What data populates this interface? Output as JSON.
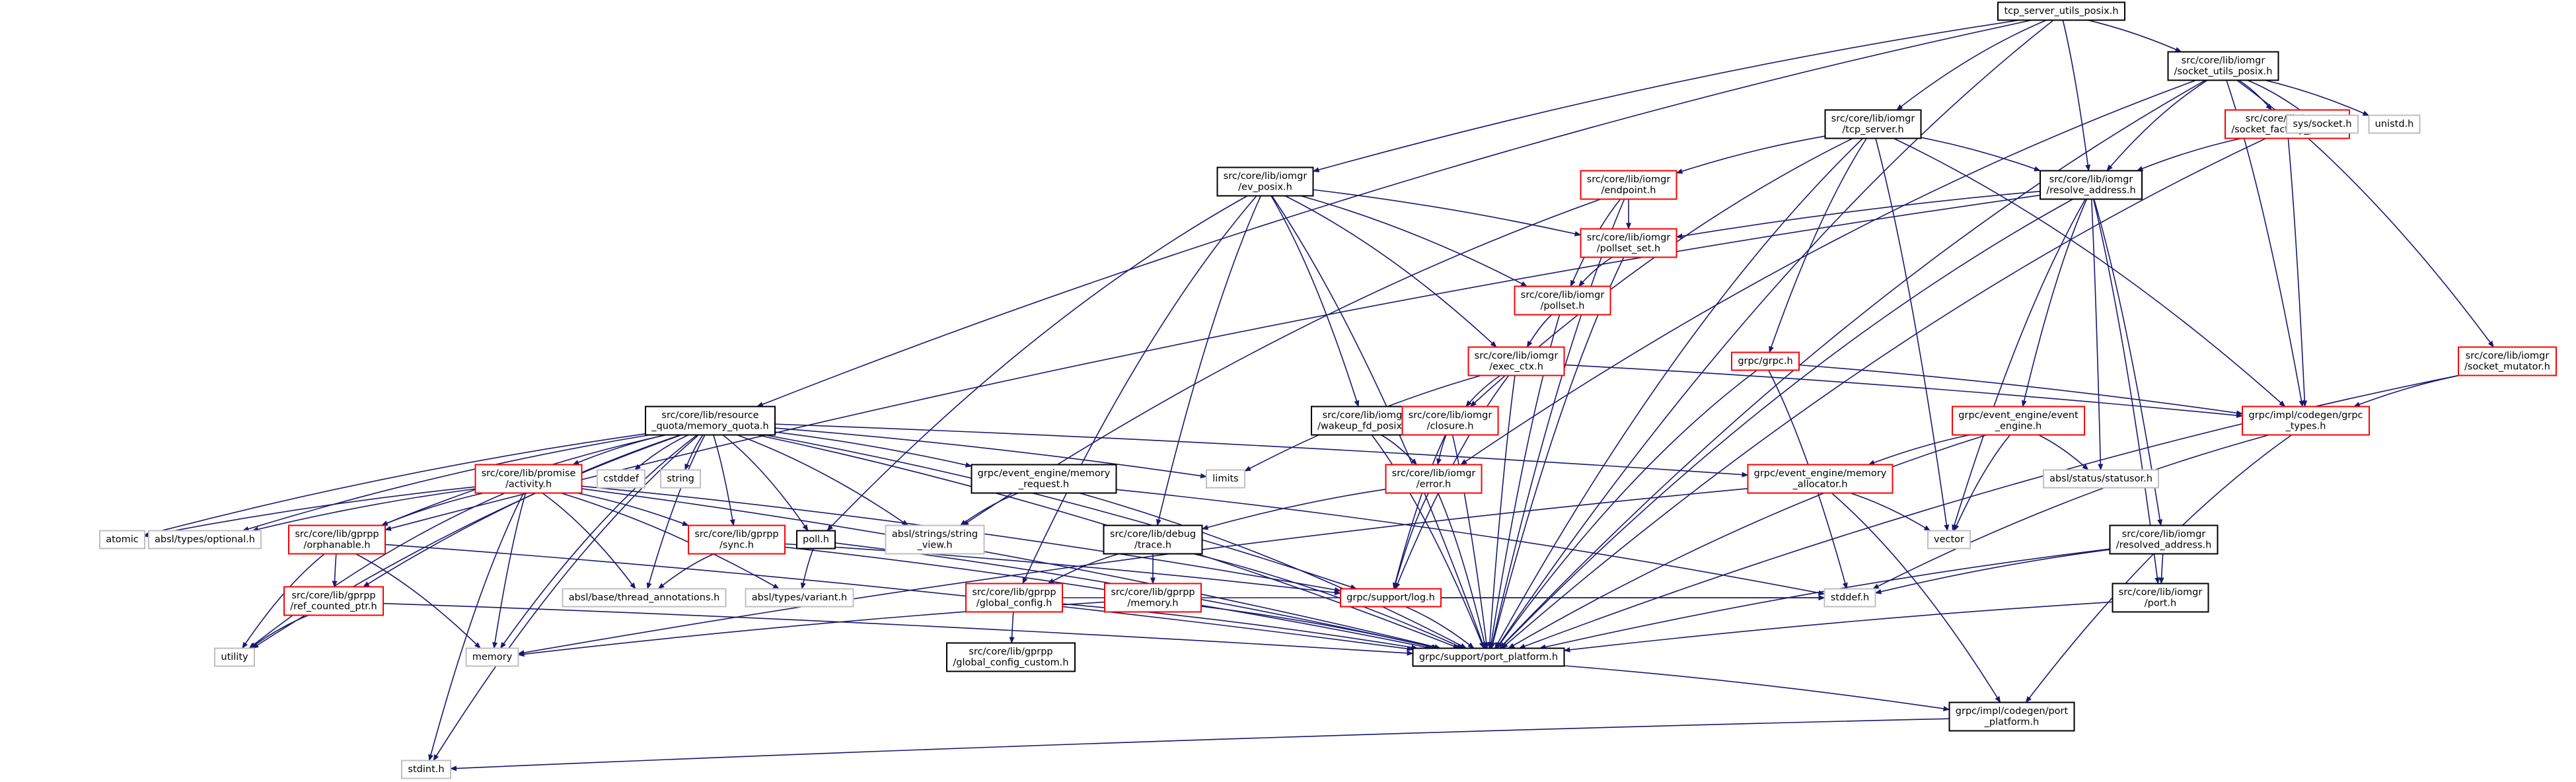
{
  "diagram": {
    "colors": {
      "edge": "#191970",
      "root_fill": "#bfbfbf",
      "node_border_black": "#000000",
      "node_border_red": "#ff0000",
      "node_border_gray": "#bfbfbf",
      "text": "#000000"
    },
    "nodes": [
      {
        "id": "root",
        "style": "root",
        "lines": [
          "tcp_server_utils_posix.h"
        ]
      },
      {
        "id": "socket_utils_posix",
        "style": "black",
        "lines": [
          "src/core/lib/iomgr",
          "/socket_utils_posix.h"
        ]
      },
      {
        "id": "tcp_server",
        "style": "black",
        "lines": [
          "src/core/lib/iomgr",
          "/tcp_server.h"
        ]
      },
      {
        "id": "ev_posix",
        "style": "black",
        "lines": [
          "src/core/lib/iomgr",
          "/ev_posix.h"
        ]
      },
      {
        "id": "socket_factory",
        "style": "red",
        "lines": [
          "src/core/lib/iomgr",
          "/socket_factory_posix.h"
        ]
      },
      {
        "id": "sys_socket",
        "style": "gray",
        "lines": [
          "sys/socket.h"
        ]
      },
      {
        "id": "unistd",
        "style": "gray",
        "lines": [
          "unistd.h"
        ]
      },
      {
        "id": "endpoint",
        "style": "red",
        "lines": [
          "src/core/lib/iomgr",
          "/endpoint.h"
        ]
      },
      {
        "id": "resolve_address",
        "style": "black",
        "lines": [
          "src/core/lib/iomgr",
          "/resolve_address.h"
        ]
      },
      {
        "id": "pollset_set",
        "style": "red",
        "lines": [
          "src/core/lib/iomgr",
          "/pollset_set.h"
        ]
      },
      {
        "id": "pollset",
        "style": "red",
        "lines": [
          "src/core/lib/iomgr",
          "/pollset.h"
        ]
      },
      {
        "id": "grpc_h",
        "style": "red",
        "lines": [
          "grpc/grpc.h"
        ]
      },
      {
        "id": "exec_ctx",
        "style": "red",
        "lines": [
          "src/core/lib/iomgr",
          "/exec_ctx.h"
        ]
      },
      {
        "id": "socket_mutator",
        "style": "red",
        "lines": [
          "src/core/lib/iomgr",
          "/socket_mutator.h"
        ]
      },
      {
        "id": "memory_quota",
        "style": "black",
        "lines": [
          "src/core/lib/resource",
          "_quota/memory_quota.h"
        ]
      },
      {
        "id": "wakeup_fd",
        "style": "black",
        "lines": [
          "src/core/lib/iomgr",
          "/wakeup_fd_posix.h"
        ]
      },
      {
        "id": "closure",
        "style": "red",
        "lines": [
          "src/core/lib/iomgr",
          "/closure.h"
        ]
      },
      {
        "id": "event_engine",
        "style": "red",
        "lines": [
          "grpc/event_engine/event",
          "_engine.h"
        ]
      },
      {
        "id": "grpc_types",
        "style": "red",
        "lines": [
          "grpc/impl/codegen/grpc",
          "_types.h"
        ]
      },
      {
        "id": "cstddef",
        "style": "gray",
        "lines": [
          "cstddef"
        ]
      },
      {
        "id": "limits",
        "style": "gray",
        "lines": [
          "limits"
        ]
      },
      {
        "id": "promise_activity",
        "style": "red",
        "lines": [
          "src/core/lib/promise",
          "/activity.h"
        ]
      },
      {
        "id": "string",
        "style": "gray",
        "lines": [
          "string"
        ]
      },
      {
        "id": "ee_memory_request",
        "style": "black",
        "lines": [
          "grpc/event_engine/memory",
          "_request.h"
        ]
      },
      {
        "id": "iomgr_error",
        "style": "red",
        "lines": [
          "src/core/lib/iomgr",
          "/error.h"
        ]
      },
      {
        "id": "memory_allocator",
        "style": "red",
        "lines": [
          "grpc/event_engine/memory",
          "_allocator.h"
        ]
      },
      {
        "id": "status_statusor",
        "style": "gray",
        "lines": [
          "absl/status/statusor.h"
        ]
      },
      {
        "id": "atomic",
        "style": "gray",
        "lines": [
          "atomic"
        ]
      },
      {
        "id": "absl_optional",
        "style": "gray",
        "lines": [
          "absl/types/optional.h"
        ]
      },
      {
        "id": "string_view",
        "style": "gray",
        "lines": [
          "absl/strings/string",
          "_view.h"
        ]
      },
      {
        "id": "poll_h",
        "style": "black",
        "lines": [
          "poll.h"
        ]
      },
      {
        "id": "gprpp_sync",
        "style": "red",
        "lines": [
          "src/core/lib/gprpp",
          "/sync.h"
        ]
      },
      {
        "id": "debug_trace",
        "style": "black",
        "lines": [
          "src/core/lib/debug",
          "/trace.h"
        ]
      },
      {
        "id": "vector",
        "style": "gray",
        "lines": [
          "vector"
        ]
      },
      {
        "id": "resolved_address",
        "style": "black",
        "lines": [
          "src/core/lib/iomgr",
          "/resolved_address.h"
        ]
      },
      {
        "id": "orphanable",
        "style": "red",
        "lines": [
          "src/core/lib/gprpp",
          "/orphanable.h"
        ]
      },
      {
        "id": "thread_annotations",
        "style": "gray",
        "lines": [
          "absl/base/thread_annotations.h"
        ]
      },
      {
        "id": "absl_variant",
        "style": "gray",
        "lines": [
          "absl/types/variant.h"
        ]
      },
      {
        "id": "global_config",
        "style": "red",
        "lines": [
          "src/core/lib/gprpp",
          "/global_config.h"
        ]
      },
      {
        "id": "gprpp_memory",
        "style": "red",
        "lines": [
          "src/core/lib/gprpp",
          "/memory.h"
        ]
      },
      {
        "id": "support_log",
        "style": "red",
        "lines": [
          "grpc/support/log.h"
        ]
      },
      {
        "id": "stddef",
        "style": "gray",
        "lines": [
          "stddef.h"
        ]
      },
      {
        "id": "iomgr_port",
        "style": "black",
        "lines": [
          "src/core/lib/iomgr",
          "/port.h"
        ]
      },
      {
        "id": "ref_counted_ptr",
        "style": "red",
        "lines": [
          "src/core/lib/gprpp",
          "/ref_counted_ptr.h"
        ]
      },
      {
        "id": "utility",
        "style": "gray",
        "lines": [
          "utility"
        ]
      },
      {
        "id": "memory",
        "style": "gray",
        "lines": [
          "memory"
        ]
      },
      {
        "id": "port_platform",
        "style": "black",
        "lines": [
          "grpc/support/port_platform.h"
        ]
      },
      {
        "id": "global_config_custom",
        "style": "black",
        "lines": [
          "src/core/lib/gprpp",
          "/global_config_custom.h"
        ]
      },
      {
        "id": "codegen_port_platform",
        "style": "black",
        "lines": [
          "grpc/impl/codegen/port",
          "_platform.h"
        ]
      },
      {
        "id": "stdint",
        "style": "gray",
        "lines": [
          "stdint.h"
        ]
      }
    ],
    "edges": [
      [
        "root",
        "socket_utils_posix"
      ],
      [
        "root",
        "tcp_server"
      ],
      [
        "root",
        "ev_posix"
      ],
      [
        "root",
        "memory_quota"
      ],
      [
        "root",
        "resolve_address"
      ],
      [
        "root",
        "port_platform"
      ],
      [
        "socket_utils_posix",
        "socket_factory"
      ],
      [
        "socket_utils_posix",
        "sys_socket"
      ],
      [
        "socket_utils_posix",
        "unistd"
      ],
      [
        "socket_utils_posix",
        "resolve_address"
      ],
      [
        "socket_utils_posix",
        "socket_mutator"
      ],
      [
        "socket_utils_posix",
        "grpc_types"
      ],
      [
        "socket_utils_posix",
        "iomgr_error"
      ],
      [
        "socket_utils_posix",
        "port_platform"
      ],
      [
        "socket_factory",
        "resolve_address"
      ],
      [
        "socket_factory",
        "grpc_types"
      ],
      [
        "socket_factory",
        "port_platform"
      ],
      [
        "tcp_server",
        "endpoint"
      ],
      [
        "tcp_server",
        "resolve_address"
      ],
      [
        "tcp_server",
        "grpc_h"
      ],
      [
        "tcp_server",
        "closure"
      ],
      [
        "tcp_server",
        "grpc_types"
      ],
      [
        "tcp_server",
        "vector"
      ],
      [
        "tcp_server",
        "port_platform"
      ],
      [
        "ev_posix",
        "pollset_set"
      ],
      [
        "ev_posix",
        "pollset"
      ],
      [
        "ev_posix",
        "exec_ctx"
      ],
      [
        "ev_posix",
        "wakeup_fd"
      ],
      [
        "ev_posix",
        "poll_h"
      ],
      [
        "ev_posix",
        "debug_trace"
      ],
      [
        "ev_posix",
        "global_config"
      ],
      [
        "ev_posix",
        "port_platform"
      ],
      [
        "endpoint",
        "pollset_set"
      ],
      [
        "endpoint",
        "pollset"
      ],
      [
        "endpoint",
        "string_view"
      ],
      [
        "endpoint",
        "port_platform"
      ],
      [
        "resolve_address",
        "pollset_set"
      ],
      [
        "resolve_address",
        "orphanable"
      ],
      [
        "resolve_address",
        "event_engine"
      ],
      [
        "resolve_address",
        "status_statusor"
      ],
      [
        "resolve_address",
        "resolved_address"
      ],
      [
        "resolve_address",
        "iomgr_port"
      ],
      [
        "resolve_address",
        "vector"
      ],
      [
        "resolve_address",
        "port_platform"
      ],
      [
        "pollset_set",
        "pollset"
      ],
      [
        "pollset_set",
        "port_platform"
      ],
      [
        "pollset",
        "exec_ctx"
      ],
      [
        "pollset",
        "port_platform"
      ],
      [
        "grpc_h",
        "grpc_types"
      ],
      [
        "grpc_h",
        "stddef"
      ],
      [
        "grpc_h",
        "port_platform"
      ],
      [
        "exec_ctx",
        "closure"
      ],
      [
        "exec_ctx",
        "grpc_types"
      ],
      [
        "exec_ctx",
        "limits"
      ],
      [
        "exec_ctx",
        "support_log"
      ],
      [
        "exec_ctx",
        "port_platform"
      ],
      [
        "socket_mutator",
        "grpc_types"
      ],
      [
        "socket_mutator",
        "port_platform"
      ],
      [
        "memory_quota",
        "promise_activity"
      ],
      [
        "memory_quota",
        "cstddef"
      ],
      [
        "memory_quota",
        "limits"
      ],
      [
        "memory_quota",
        "string"
      ],
      [
        "memory_quota",
        "ee_memory_request"
      ],
      [
        "memory_quota",
        "memory_allocator"
      ],
      [
        "memory_quota",
        "atomic"
      ],
      [
        "memory_quota",
        "absl_optional"
      ],
      [
        "memory_quota",
        "string_view"
      ],
      [
        "memory_quota",
        "poll_h"
      ],
      [
        "memory_quota",
        "gprpp_sync"
      ],
      [
        "memory_quota",
        "orphanable"
      ],
      [
        "memory_quota",
        "thread_annotations"
      ],
      [
        "memory_quota",
        "ref_counted_ptr"
      ],
      [
        "memory_quota",
        "utility"
      ],
      [
        "memory_quota",
        "memory"
      ],
      [
        "memory_quota",
        "support_log"
      ],
      [
        "memory_quota",
        "port_platform"
      ],
      [
        "memory_quota",
        "stdint"
      ],
      [
        "wakeup_fd",
        "iomgr_error"
      ],
      [
        "wakeup_fd",
        "port_platform"
      ],
      [
        "closure",
        "iomgr_error"
      ],
      [
        "closure",
        "support_log"
      ],
      [
        "closure",
        "port_platform"
      ],
      [
        "event_engine",
        "memory_allocator"
      ],
      [
        "event_engine",
        "status_statusor"
      ],
      [
        "event_engine",
        "vector"
      ],
      [
        "event_engine",
        "port_platform"
      ],
      [
        "grpc_types",
        "stddef"
      ],
      [
        "grpc_types",
        "codegen_port_platform"
      ],
      [
        "promise_activity",
        "atomic"
      ],
      [
        "promise_activity",
        "absl_optional"
      ],
      [
        "promise_activity",
        "orphanable"
      ],
      [
        "promise_activity",
        "gprpp_sync"
      ],
      [
        "promise_activity",
        "thread_annotations"
      ],
      [
        "promise_activity",
        "absl_variant"
      ],
      [
        "promise_activity",
        "utility"
      ],
      [
        "promise_activity",
        "memory"
      ],
      [
        "promise_activity",
        "stdint"
      ],
      [
        "promise_activity",
        "support_log"
      ],
      [
        "promise_activity",
        "port_platform"
      ],
      [
        "ee_memory_request",
        "string_view"
      ],
      [
        "ee_memory_request",
        "stddef"
      ],
      [
        "ee_memory_request",
        "port_platform"
      ],
      [
        "iomgr_error",
        "debug_trace"
      ],
      [
        "iomgr_error",
        "support_log"
      ],
      [
        "iomgr_error",
        "port_platform"
      ],
      [
        "memory_allocator",
        "vector"
      ],
      [
        "memory_allocator",
        "memory"
      ],
      [
        "memory_allocator",
        "codegen_port_platform"
      ],
      [
        "poll_h",
        "absl_variant"
      ],
      [
        "poll_h",
        "port_platform"
      ],
      [
        "gprpp_sync",
        "thread_annotations"
      ],
      [
        "gprpp_sync",
        "support_log"
      ],
      [
        "gprpp_sync",
        "port_platform"
      ],
      [
        "debug_trace",
        "global_config"
      ],
      [
        "debug_trace",
        "gprpp_memory"
      ],
      [
        "debug_trace",
        "port_platform"
      ],
      [
        "resolved_address",
        "stddef"
      ],
      [
        "resolved_address",
        "iomgr_port"
      ],
      [
        "resolved_address",
        "port_platform"
      ],
      [
        "orphanable",
        "ref_counted_ptr"
      ],
      [
        "orphanable",
        "utility"
      ],
      [
        "orphanable",
        "memory"
      ],
      [
        "orphanable",
        "port_platform"
      ],
      [
        "global_config",
        "global_config_custom"
      ],
      [
        "global_config",
        "stddef"
      ],
      [
        "global_config",
        "port_platform"
      ],
      [
        "gprpp_memory",
        "memory"
      ],
      [
        "gprpp_memory",
        "port_platform"
      ],
      [
        "support_log",
        "stddef"
      ],
      [
        "support_log",
        "port_platform"
      ],
      [
        "iomgr_port",
        "port_platform"
      ],
      [
        "ref_counted_ptr",
        "utility"
      ],
      [
        "ref_counted_ptr",
        "port_platform"
      ],
      [
        "port_platform",
        "codegen_port_platform"
      ],
      [
        "codegen_port_platform",
        "stdint"
      ]
    ]
  }
}
